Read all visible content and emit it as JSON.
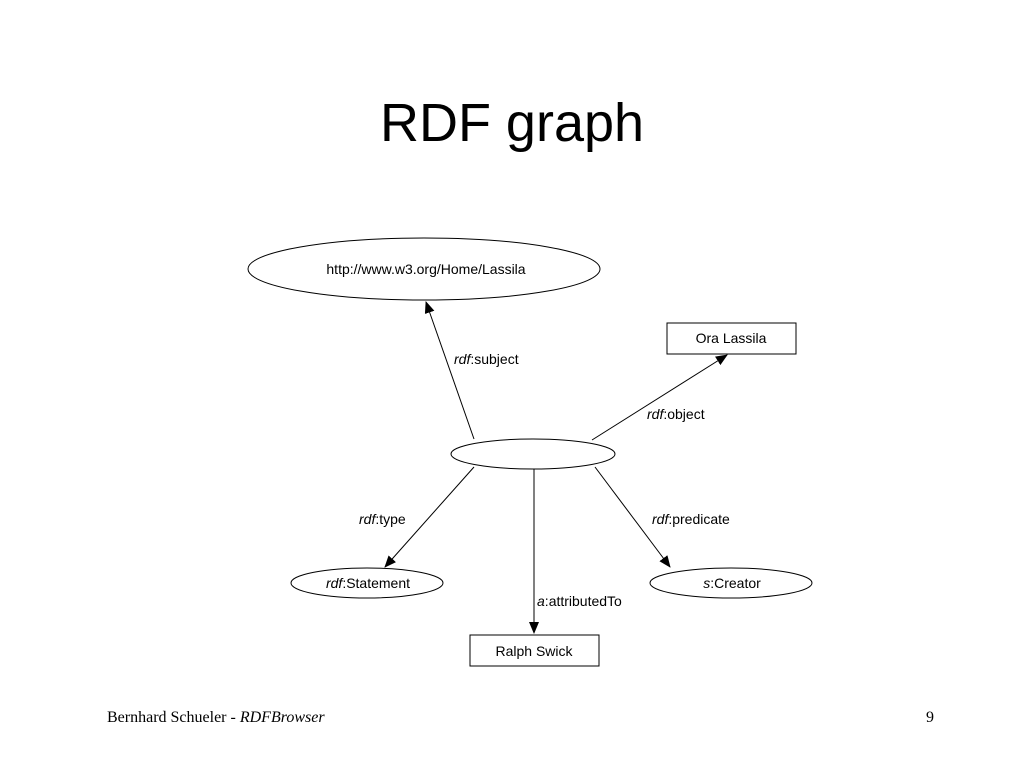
{
  "slide": {
    "title": "RDF graph",
    "footer": {
      "author": "Bernhard Schueler",
      "separator": " - ",
      "app": "RDFBrowser",
      "page": "9"
    }
  },
  "graph": {
    "nodes": {
      "subject": "http://www.w3.org/Home/Lassila",
      "object": "Ora Lassila",
      "statement": "",
      "type_prefix": "rdf",
      "type_local": "Statement",
      "predicate_prefix": "s",
      "predicate_local": "Creator",
      "attributed": "Ralph Swick"
    },
    "edges": {
      "subject": {
        "prefix": "rdf",
        "local": "subject"
      },
      "object": {
        "prefix": "rdf",
        "local": "object"
      },
      "type": {
        "prefix": "rdf",
        "local": "type"
      },
      "predicate": {
        "prefix": "rdf",
        "local": "predicate"
      },
      "attributed": {
        "prefix": "a",
        "local": "attributedTo"
      }
    }
  }
}
